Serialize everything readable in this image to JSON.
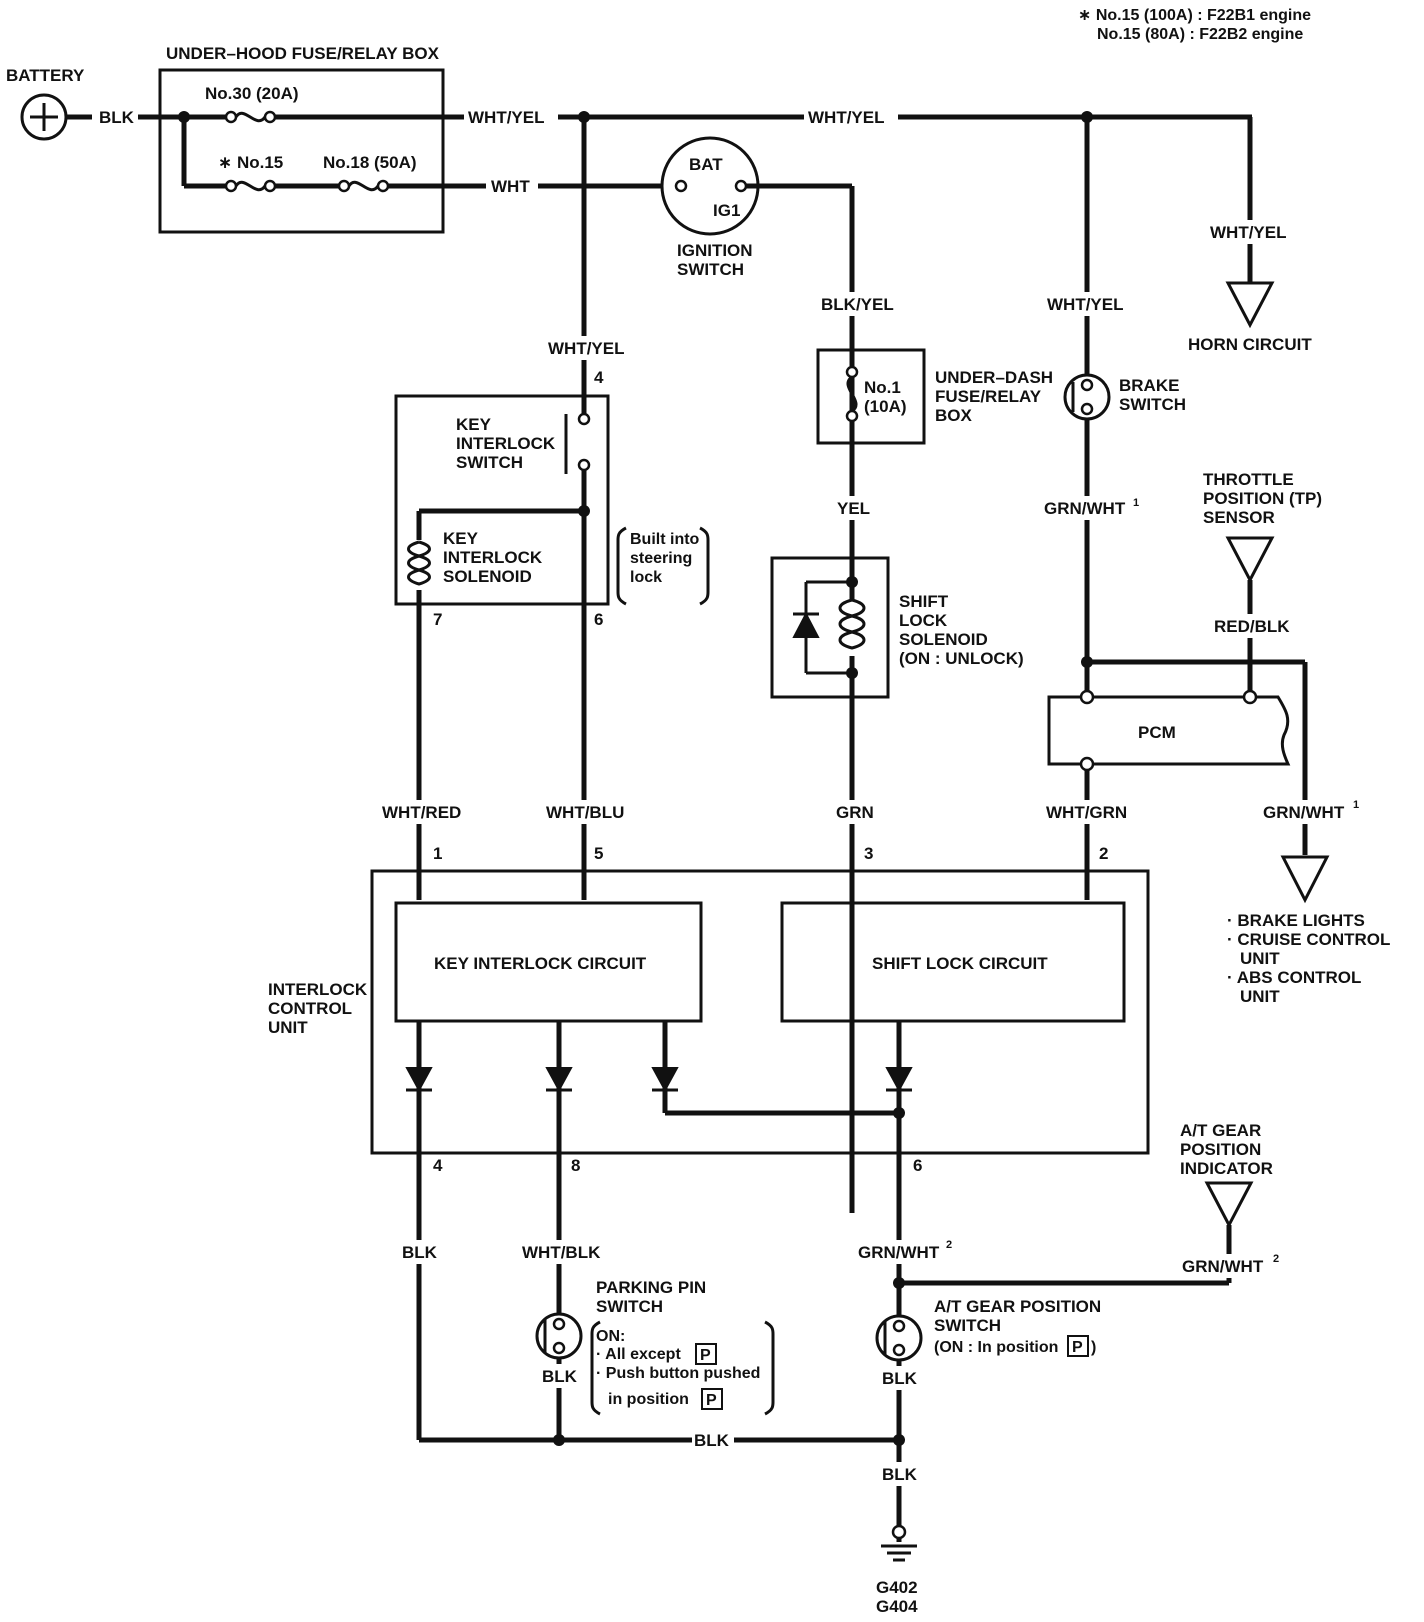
{
  "footnote": {
    "line1": "∗ No.15 (100A) : F22B1 engine",
    "line2": "No.15 (80A)  : F22B2 engine"
  },
  "battery": {
    "label": "BATTERY"
  },
  "underhood_box": {
    "title": "UNDER–HOOD FUSE/RELAY BOX",
    "fuse30": "No.30 (20A)",
    "fuse15": "∗ No.15",
    "fuse18": "No.18 (50A)"
  },
  "ignition_switch": {
    "name": "IGNITION",
    "name2": "SWITCH",
    "bat": "BAT",
    "ig1": "IG1"
  },
  "underdash_box": {
    "fuse": "No.1",
    "rating": "(10A)",
    "line1": "UNDER–DASH",
    "line2": "FUSE/RELAY",
    "line3": "BOX"
  },
  "brake_switch": {
    "line1": "BRAKE",
    "line2": "SWITCH"
  },
  "horn_circuit": {
    "label": "HORN CIRCUIT"
  },
  "tp_sensor": {
    "line1": "THROTTLE",
    "line2": "POSITION (TP)",
    "line3": "SENSOR"
  },
  "pcm": {
    "label": "PCM"
  },
  "key_interlock_switch": {
    "line1": "KEY",
    "line2": "INTERLOCK",
    "line3": "SWITCH"
  },
  "key_interlock_solenoid": {
    "line1": "KEY",
    "line2": "INTERLOCK",
    "line3": "SOLENOID"
  },
  "steering_lock_note": {
    "line1": "Built into",
    "line2": "steering",
    "line3": "lock"
  },
  "shift_lock_solenoid": {
    "line1": "SHIFT",
    "line2": "LOCK",
    "line3": "SOLENOID",
    "line4": "(ON : UNLOCK)"
  },
  "interlock_unit": {
    "line1": "INTERLOCK",
    "line2": "CONTROL",
    "line3": "UNIT",
    "key_circuit": "KEY INTERLOCK CIRCUIT",
    "shift_circuit": "SHIFT LOCK CIRCUIT"
  },
  "brake_outputs": {
    "item1": "· BRAKE LIGHTS",
    "item2": "· CRUISE CONTROL",
    "item2b": "UNIT",
    "item3": "· ABS CONTROL",
    "item3b": "UNIT"
  },
  "gear_indicator": {
    "line1": "A/T GEAR",
    "line2": "POSITION",
    "line3": "INDICATOR"
  },
  "parking_pin_switch": {
    "line1": "PARKING PIN",
    "line2": "SWITCH",
    "on": "ON:",
    "cond1": "· All except",
    "cond2": "· Push button pushed",
    "cond3": "in position",
    "p": "P"
  },
  "gear_position_switch": {
    "line1": "A/T GEAR POSITION",
    "line2": "SWITCH",
    "note": "(ON : In position",
    "p": "P",
    "close": ")"
  },
  "ground": {
    "line1": "G402",
    "line2": "G404"
  },
  "wires": {
    "blk": "BLK",
    "wht_yel": "WHT/YEL",
    "wht": "WHT",
    "blk_yel": "BLK/YEL",
    "yel": "YEL",
    "grn_wht": "GRN/WHT",
    "red_blk": "RED/BLK",
    "wht_red": "WHT/RED",
    "wht_blu": "WHT/BLU",
    "grn": "GRN",
    "wht_grn": "WHT/GRN",
    "wht_blk": "WHT/BLK",
    "sup1": "1",
    "sup2": "2"
  },
  "pins": {
    "p1": "1",
    "p2": "2",
    "p3": "3",
    "p4": "4",
    "p5": "5",
    "p6": "6",
    "p7": "7",
    "p8": "8"
  }
}
